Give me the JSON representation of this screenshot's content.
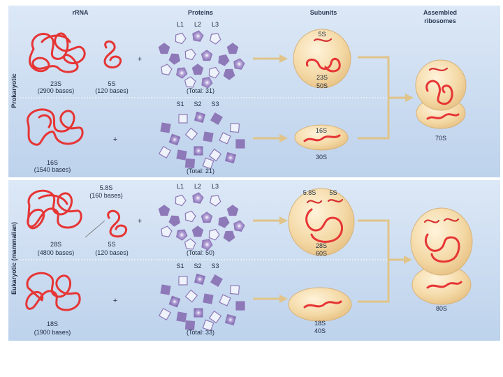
{
  "headers": {
    "rrna": "rRNA",
    "proteins": "Proteins",
    "subunits": "Subunits",
    "assembled_1": "Assembled",
    "assembled_2": "ribosomes"
  },
  "side_labels": {
    "prokaryotic": "Prokaryotic",
    "eukaryotic": "Eukaryotic (mammalian)"
  },
  "prokaryotic": {
    "large": {
      "rna_a_name": "23S",
      "rna_a_bases": "(2900 bases)",
      "rna_b_name": "5S",
      "rna_b_bases": "(120 bases)",
      "protein_labels": [
        "L1",
        "L2",
        "L3"
      ],
      "protein_total": "(Total: 31)",
      "subunit_rna_top": "5S",
      "subunit_rna_bottom": "23S",
      "subunit_name": "50S"
    },
    "small": {
      "rna_name": "16S",
      "rna_bases": "(1540 bases)",
      "protein_labels": [
        "S1",
        "S2",
        "S3"
      ],
      "protein_total": "(Total: 21)",
      "subunit_rna": "16S",
      "subunit_name": "30S"
    },
    "assembled": "70S"
  },
  "eukaryotic": {
    "large": {
      "rna_a_name": "28S",
      "rna_a_bases": "(4800 bases)",
      "rna_c_name": "5.8S",
      "rna_c_bases": "(160 bases)",
      "rna_b_name": "5S",
      "rna_b_bases": "(120 bases)",
      "protein_labels": [
        "L1",
        "L2",
        "L3"
      ],
      "protein_total": "(Total: 50)",
      "subunit_rna_a": "5.8S",
      "subunit_rna_b": "5S",
      "subunit_rna_bottom": "28S",
      "subunit_name": "60S"
    },
    "small": {
      "rna_name": "18S",
      "rna_bases": "(1900 bases)",
      "protein_labels": [
        "S1",
        "S2",
        "S3"
      ],
      "protein_total": "(Total: 33)",
      "subunit_rna": "18S",
      "subunit_name": "40S"
    },
    "assembled": "80S"
  },
  "plus": "+",
  "colors": {
    "panel_top": "#d9e6f5",
    "panel_bottom": "#c2d6ee",
    "rna": "#e63535",
    "subunit": "#f3d9a8",
    "protein": "#8e79b8",
    "arrow": "#e0c489"
  }
}
